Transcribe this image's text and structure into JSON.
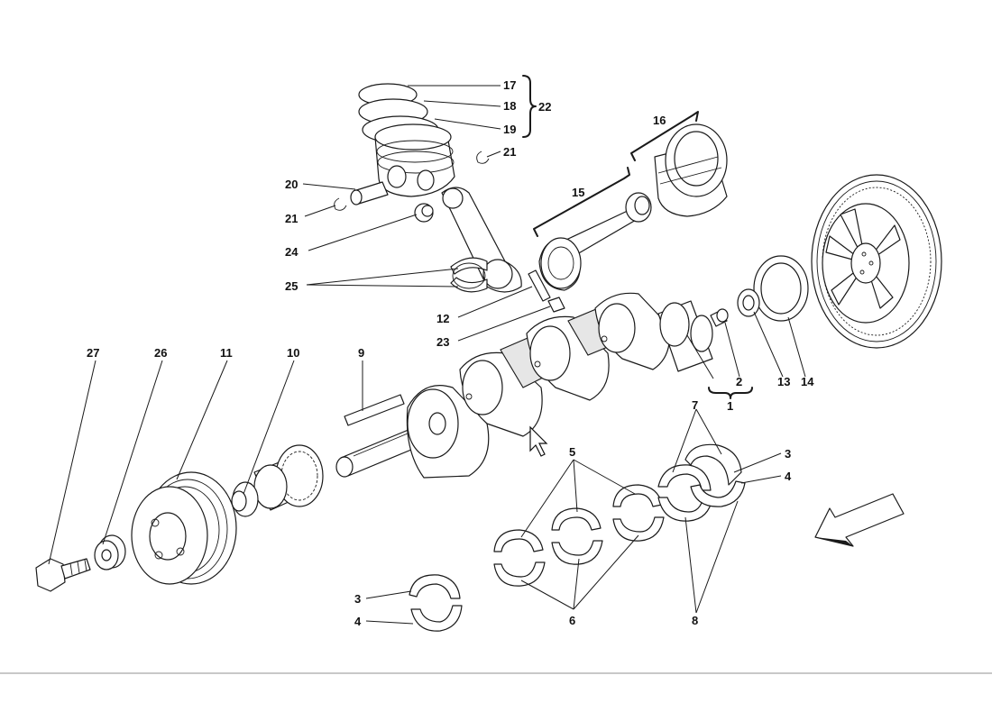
{
  "callouts": {
    "c17": "17",
    "c18": "18",
    "c19": "19",
    "c22": "22",
    "c21a": "21",
    "c20": "20",
    "c21b": "21",
    "c24": "24",
    "c25": "25",
    "c12": "12",
    "c23": "23",
    "c16": "16",
    "c15": "15",
    "c2": "2",
    "c1": "1",
    "c13": "13",
    "c14": "14",
    "c27": "27",
    "c26": "26",
    "c11": "11",
    "c10": "10",
    "c9": "9",
    "c7": "7",
    "c3a": "3",
    "c4a": "4",
    "c5": "5",
    "c6": "6",
    "c8": "8",
    "c3b": "3",
    "c4b": "4"
  },
  "colors": {
    "line": "#1a1a1a",
    "shade": "#e6e6e6",
    "divider": "#c8c8c8"
  },
  "icons": {
    "direction_arrow": "arrow-down-left-icon",
    "cursor": "mouse-pointer-icon"
  }
}
